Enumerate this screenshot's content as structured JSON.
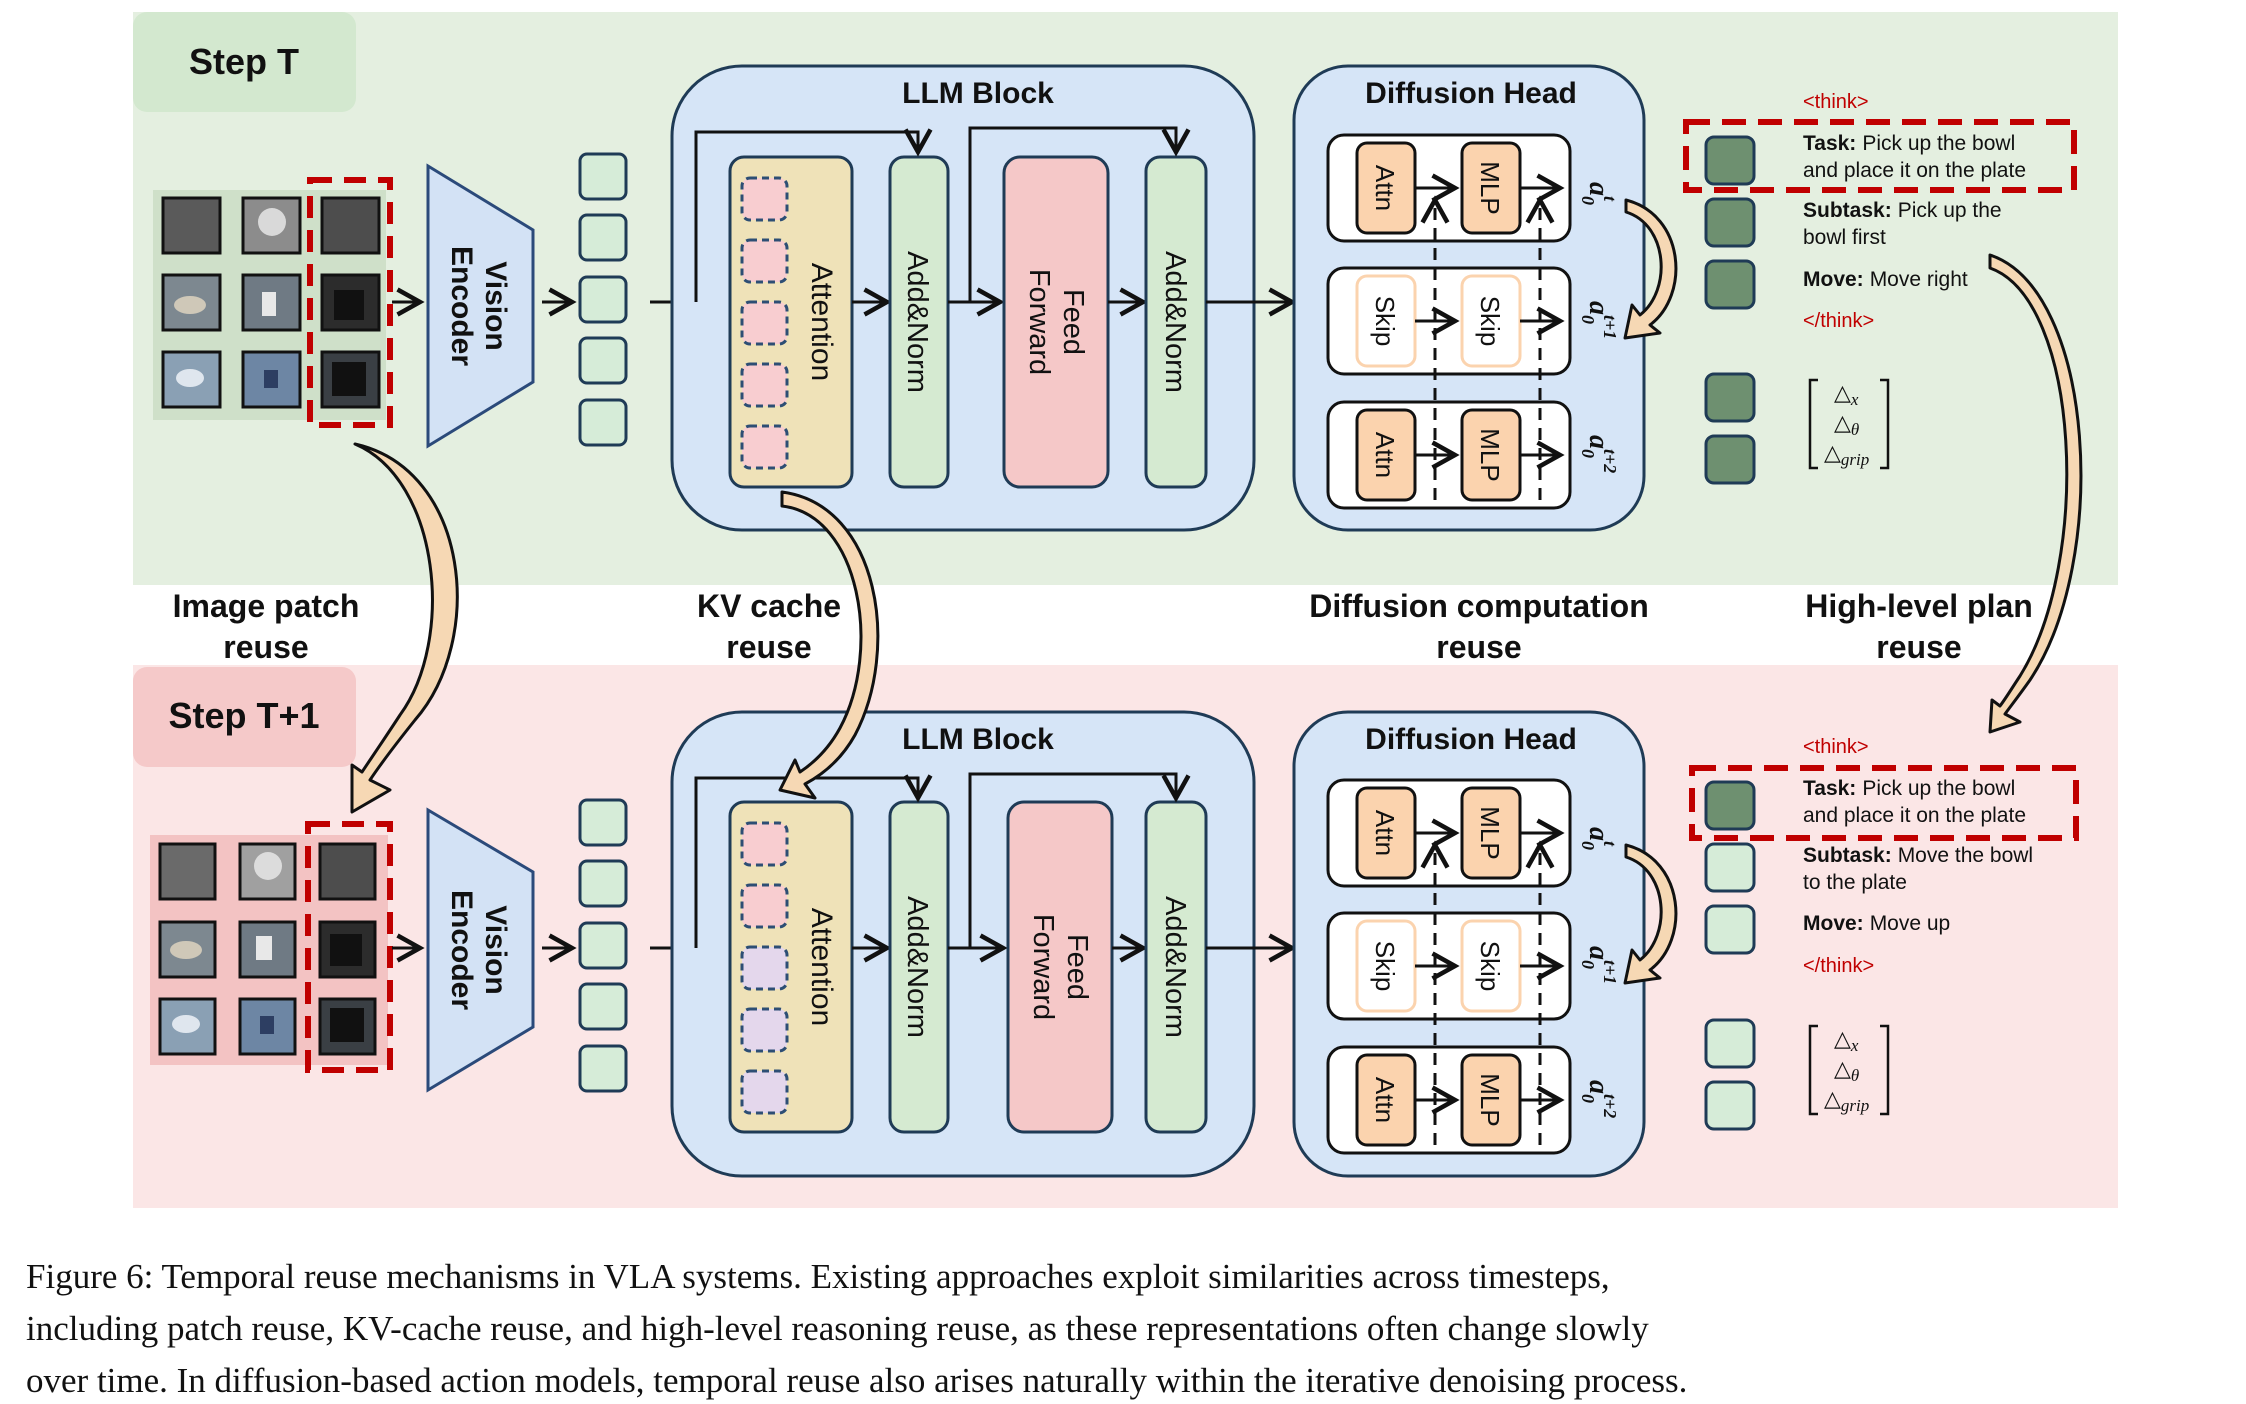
{
  "step_top": "Step T",
  "step_bottom": "Step T+1",
  "vision_encoder": [
    "Vision",
    "Encoder"
  ],
  "llm_block": "LLM Block",
  "attention": "Attention",
  "add_norm": "Add&Norm",
  "feed_forward": [
    "Feed",
    "Forward"
  ],
  "diffusion_head": "Diffusion Head",
  "attn": "Attn",
  "mlp": "MLP",
  "skip": "Skip",
  "action_base": "a",
  "action_sub": "0",
  "action_sups": [
    "t",
    "t+1",
    "t+2"
  ],
  "reuse_labels": {
    "image_patch": [
      "Image patch",
      "reuse"
    ],
    "kv_cache": [
      "KV cache",
      "reuse"
    ],
    "diffusion": [
      "Diffusion computation",
      "reuse"
    ],
    "high_level": [
      "High-level plan",
      "reuse"
    ]
  },
  "think_open": "<think>",
  "think_close": "</think>",
  "top_plan": {
    "task_key": "Task:",
    "task_value": [
      "Pick up the bowl",
      "and place it on the plate"
    ],
    "subtask_key": "Subtask:",
    "subtask_value": [
      "Pick up the",
      "bowl first"
    ],
    "move_key": "Move:",
    "move_value": "Move right"
  },
  "bottom_plan": {
    "task_key": "Task:",
    "task_value": [
      "Pick up the bowl",
      "and place it on the plate"
    ],
    "subtask_key": "Subtask:",
    "subtask_value": [
      "Move the bowl",
      "to the plate"
    ],
    "move_key": "Move:",
    "move_value": "Move up"
  },
  "delta_symbol": "△",
  "delta_subs": [
    "x",
    "θ",
    "grip"
  ],
  "caption": [
    "Figure 6: Temporal reuse mechanisms in VLA systems. Existing approaches exploit similarities across timesteps,",
    "including patch reuse, KV-cache reuse, and high-level reasoning reuse, as these representations often change slowly",
    "over time. In diffusion-based action models, temporal reuse also arises naturally within the iterative denoising process."
  ],
  "colors": {
    "top_bg": "#e4efe0",
    "bottom_bg": "#fbe6e6",
    "llm_bg": "#d6e5f7",
    "attention_bg": "#efe2b8",
    "addnorm_bg": "#d5ead1",
    "ff_bg": "#f5c8c8",
    "attnmlp_bg": "#fbd3ae",
    "token_dark": "#6e9070",
    "token_light": "#d6ecd8",
    "red_dash": "#c00000",
    "arrow_fill": "#f6d8b4"
  }
}
